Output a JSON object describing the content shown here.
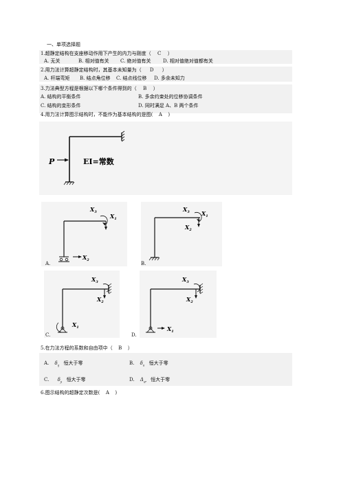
{
  "section_title": "一、单项选择题",
  "questions": [
    {
      "stem": "1.超静定结构在支座移动作用下产生的内力与刚度（",
      "answer": "C",
      "close": "）",
      "options": [
        "A. 无关",
        "B. 相对值有关",
        "C. 绝对值有关",
        "D. 相对值绝对值都有关"
      ]
    },
    {
      "stem": "2.用力法计算超静定结构时，其基本未知量为（",
      "answer": "D",
      "close": "）",
      "options": [
        "A. 杆端弯矩",
        "B. 结点角位移",
        "C. 结点线位移",
        "D. 多余未知力"
      ]
    },
    {
      "stem": "3.力法典型方程是根据以下哪个条件得到的（",
      "answer": "B",
      "close": "）",
      "options": [
        "A. 结构的平衡条件",
        "B. 多余约束处的位移协调条件",
        "C. 结构的变形条件",
        "D. 同时满足 A、B 两个条件"
      ]
    },
    {
      "stem": "4.用力法计算图示结构时，不能作为基本结构的是图(",
      "answer": "A",
      "close": ")",
      "options": [
        "A.",
        "B.",
        "C.",
        "D."
      ]
    },
    {
      "stem": "5.在力法方程的系数和自由项中（",
      "answer": "B",
      "close": "）",
      "options": [
        "A.",
        "恒大于零",
        "B.",
        "恒大于零",
        "C.",
        "恒大于零",
        "D.",
        "恒大于零"
      ]
    },
    {
      "stem": "6.图示结构的超静定次数是(",
      "answer": "A",
      "close": ")"
    }
  ],
  "figure_main": {
    "load": "P",
    "stiffness": "EI=常数"
  },
  "figure_labels": {
    "x1": "X",
    "x2": "X",
    "x3": "X",
    "s1": "1",
    "s2": "2",
    "s3": "3"
  },
  "q5_symbols": [
    "δ",
    "ij",
    "δ",
    "ii",
    "δ",
    "ji",
    "Δ",
    "iP"
  ]
}
